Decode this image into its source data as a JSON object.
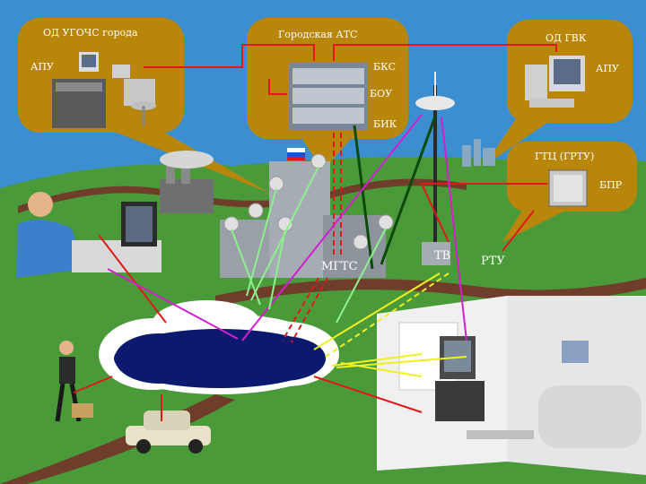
{
  "labels": {
    "od_uochs": "ОД УГОЧС города",
    "apu_left": "АПУ",
    "city_ats": "Городская АТС",
    "bks": "БКС",
    "bou": "БОУ",
    "bik": "БИК",
    "od_gvk": "ОД ГВК",
    "apu_right": "АПУ",
    "gtts": "ГТЦ (ГРТУ)",
    "bpr": "БПР",
    "mgts": "МГТС",
    "tv": "ТВ",
    "rtu": "РТУ"
  },
  "colors": {
    "sky": "#3b8fd1",
    "ground": "#4a9a3a",
    "bubble": "#b8860b",
    "road": "#6e3e2a",
    "cloud_dark": "#0b1a6e",
    "line_red": "#e01818",
    "line_magenta": "#d020d0",
    "line_green": "#8cf08c",
    "line_yellow": "#f0f020",
    "line_darkgreen": "#0a4a0a"
  }
}
